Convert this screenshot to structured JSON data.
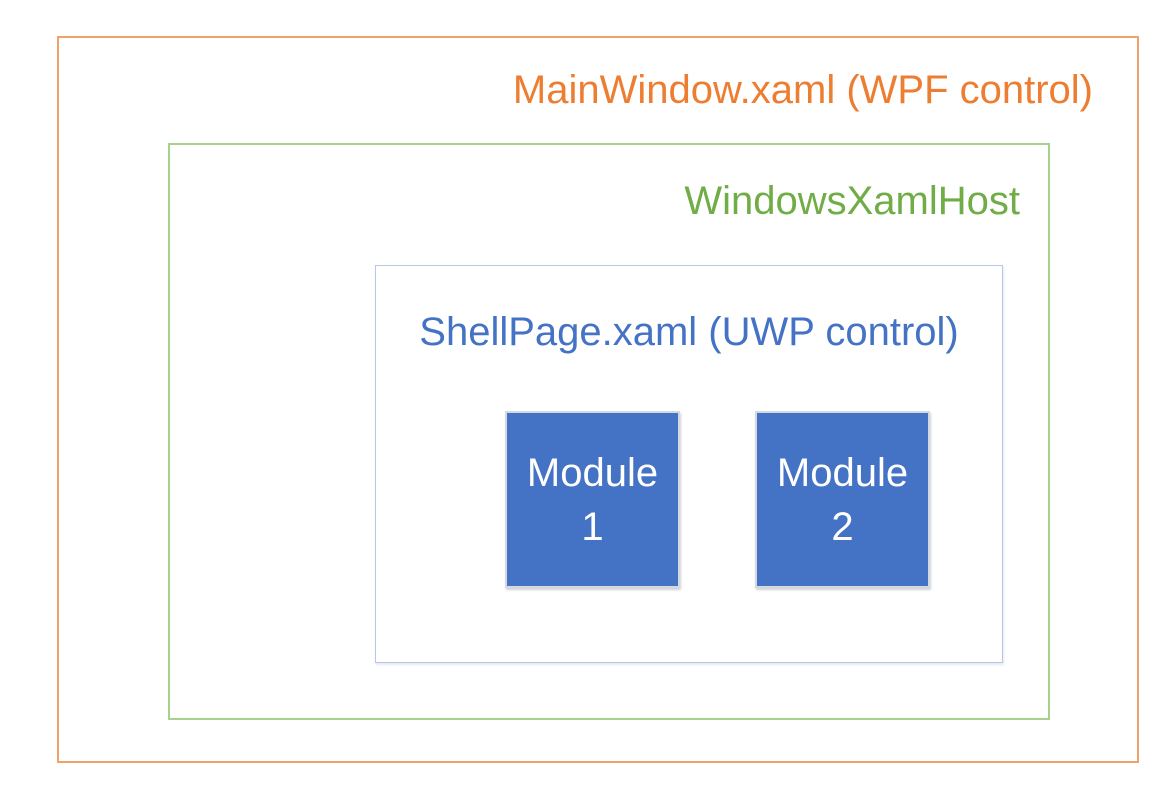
{
  "diagram": {
    "background_color": "#FFFFFF",
    "mainwindow": {
      "label": "MainWindow.xaml (WPF control)",
      "text_color": "#ED7D31",
      "border_color": "#F2A16C"
    },
    "windowsxamlhost": {
      "label": "WindowsXamlHost",
      "text_color": "#70AD47",
      "border_color": "#A9D18E"
    },
    "shellpage": {
      "label": "ShellPage.xaml (UWP control)",
      "text_color": "#4472C4",
      "border_color": "#B4C7E7"
    },
    "modules": [
      {
        "line1": "Module",
        "line2": "1",
        "fill_color": "#4472C4",
        "text_color": "#FFFFFF",
        "border_color": "#D4D8DF"
      },
      {
        "line1": "Module",
        "line2": "2",
        "fill_color": "#4472C4",
        "text_color": "#FFFFFF",
        "border_color": "#D4D8DF"
      }
    ]
  }
}
